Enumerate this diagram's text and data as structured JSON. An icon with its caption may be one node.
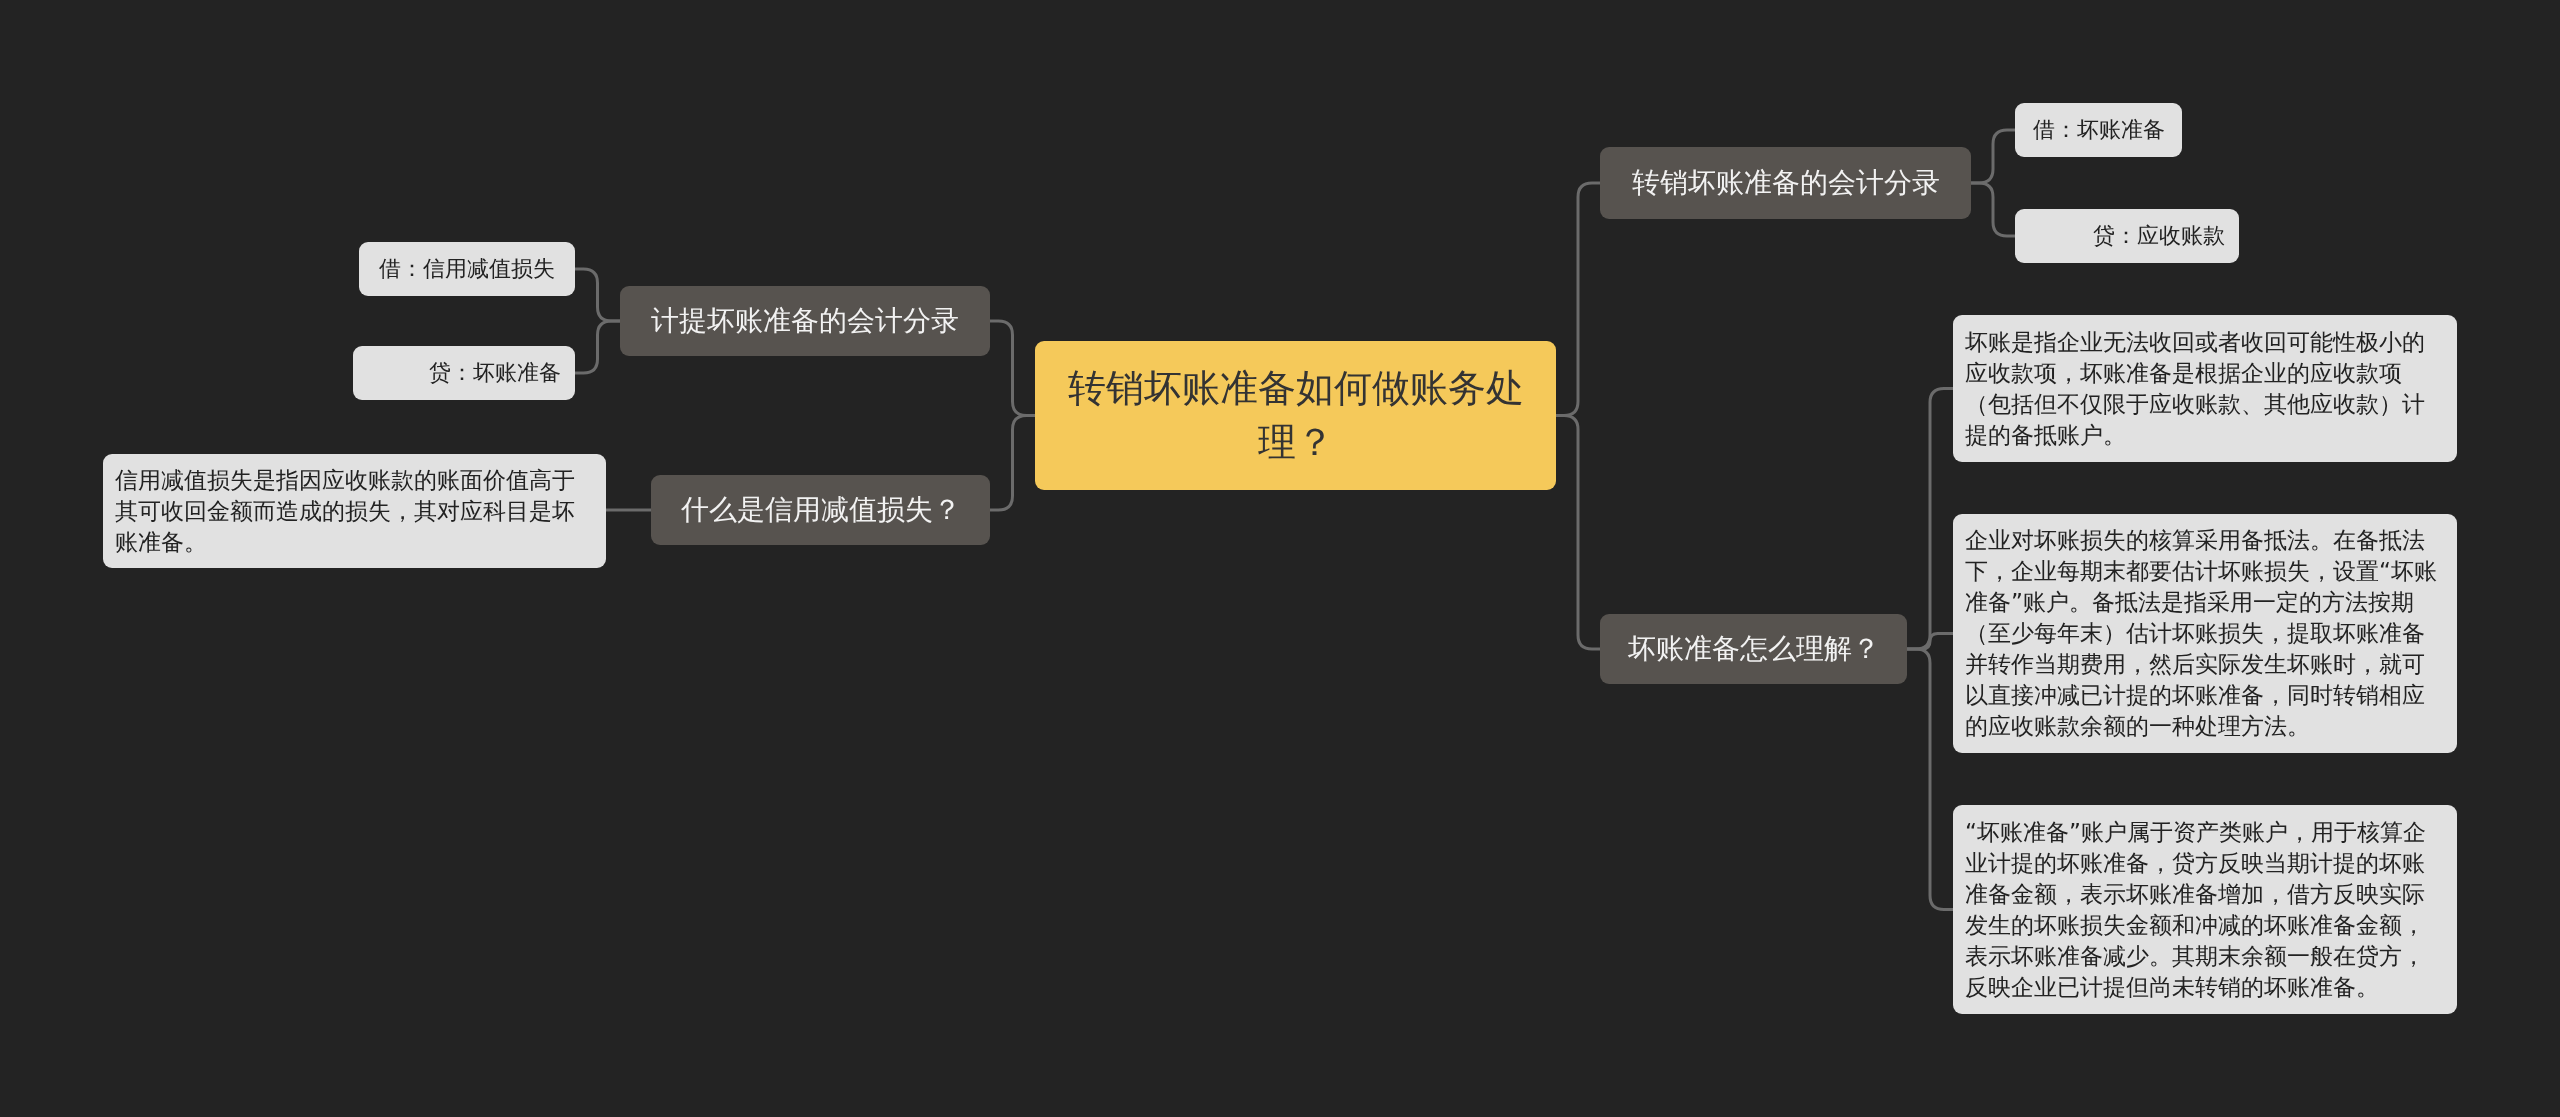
{
  "diagram": {
    "nodes": [
      {
        "text": [
          "转销坏账准备如何做账务处理？"
        ]
      },
      {
        "text": [
          "计提坏账准备的会计分录"
        ]
      },
      {
        "text": [
          "借：信用减值损失"
        ]
      },
      {
        "text": [
          "贷：坏账准备"
        ]
      },
      {
        "text": [
          "什么是信用减值损失？"
        ]
      },
      {
        "text": [
          "信用减值损失是指因应收账款的账面价值高于其可收回金额而造成的损失，其对应科目是坏账准备。"
        ]
      },
      {
        "text": [
          "转销坏账准备的会计分录"
        ]
      },
      {
        "text": [
          "借：坏账准备"
        ]
      },
      {
        "text": [
          "贷：应收账款"
        ]
      },
      {
        "text": [
          "坏账准备怎么理解？"
        ]
      },
      {
        "text": [
          "坏账是指企业无法收回或者收回可能性极小的应收款项，坏账准备是根据企业的应收款项（包括但不仅限于应收账款、其他应收款）计提的备抵账户。"
        ]
      },
      {
        "text": [
          "企业对坏账损失的核算采用备抵法。在备抵法下，企业每期末都要估计坏账损失，设置“坏账准备”账户。备抵法是指采用一定的方法按期（至少每年末）估计坏账损失，提取坏账准备并转作当期费用，然后实际发生坏账时，就可以直接冲减已计提的坏账准备，同时转销相应的应收账款余额的一种处理方法。"
        ]
      },
      {
        "text": [
          "“坏账准备”账户属于资产类账户，用于核算企业计提的坏账准备，贷方反映当期计提的坏账准备金额，表示坏账准备增加，借方反映实际发生的坏账损失金额和冲减的坏账准备金额，表示坏账准备减少。其期末余额一般在贷方，反映企业已计提但尚未转销的坏账准备。"
        ]
      }
    ],
    "edges": [
      {
        "from": 0,
        "to": 1,
        "arrow": "none"
      },
      {
        "from": 0,
        "to": 4,
        "arrow": "none"
      },
      {
        "from": 1,
        "to": 2,
        "arrow": "none"
      },
      {
        "from": 1,
        "to": 3,
        "arrow": "none"
      },
      {
        "from": 4,
        "to": 5,
        "arrow": "none"
      },
      {
        "from": 0,
        "to": 6,
        "arrow": "none"
      },
      {
        "from": 0,
        "to": 9,
        "arrow": "none"
      },
      {
        "from": 6,
        "to": 7,
        "arrow": "none"
      },
      {
        "from": 6,
        "to": 8,
        "arrow": "none"
      },
      {
        "from": 9,
        "to": 10,
        "arrow": "none"
      },
      {
        "from": 9,
        "to": 11,
        "arrow": "none"
      },
      {
        "from": 9,
        "to": 12,
        "arrow": "none"
      }
    ]
  }
}
